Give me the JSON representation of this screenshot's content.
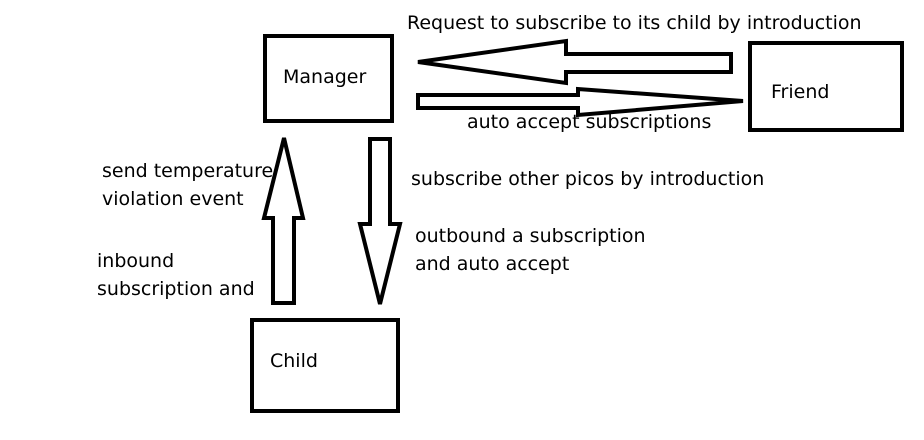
{
  "nodes": {
    "manager": "Manager",
    "friend": "Friend",
    "child": "Child"
  },
  "edges": {
    "friend_to_manager": "Request to subscribe to its child by introduction",
    "manager_to_friend": "auto accept subscriptions",
    "child_to_manager": [
      "send temperature",
      "violation event"
    ],
    "child_to_manager_2": [
      "inbound",
      "subscription and"
    ],
    "manager_to_child": "subscribe other picos by introduction",
    "manager_to_child_2": [
      "outbound a subscription",
      "and auto accept"
    ]
  }
}
